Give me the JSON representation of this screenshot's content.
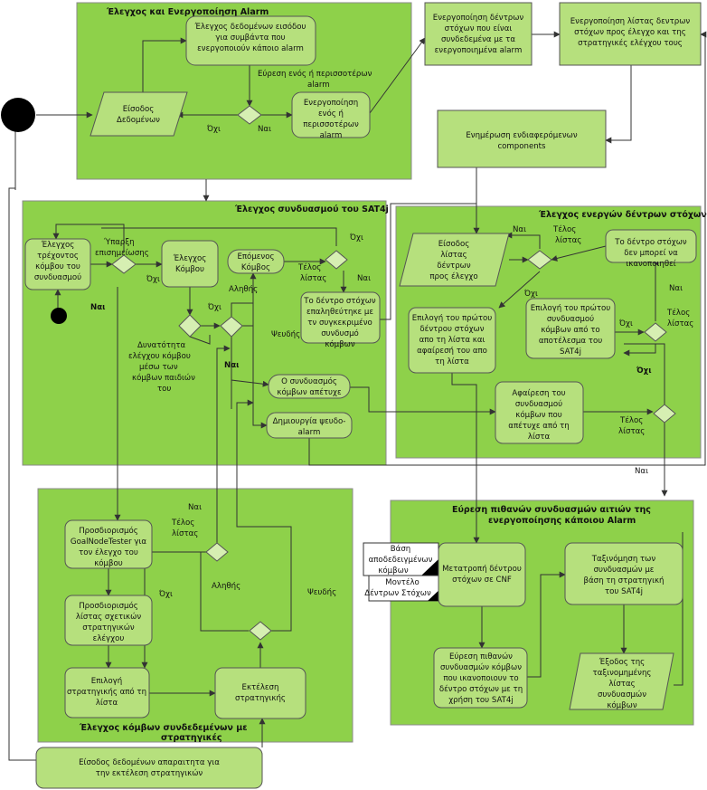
{
  "regions": {
    "alarm": "Έλεγχος και Ενεργοποίηση Alarm",
    "sat4j": "Έλεγχος συνδυασμού του SAT4j",
    "active_trees": "Έλεγχος ενεργών δέντρων στόχων",
    "goalnodes": "Έλεγχος κόμβων συνδεδεμένων με στρατηγικές",
    "causes": "Εύρεση πιθανών συνδυασμών αιτιών της ενεργοποίησης κάποιου Alarm"
  },
  "nodes": {
    "check_input": "Έλεγχος δεδομένων εισόδου για συμβάντα που ενεργοποιούν κάποιο alarm",
    "input_data": "Είσοδος Δεδομένων",
    "activate_alarm": "Ενεργοποίηση ενός ή περισσοτέρων alarm",
    "activate_trees": "Ενεργοποίηση δέντρων στόχων που είναι συνδεδεμένα με τα ενεργοποιημένα alarm",
    "activate_list": "Ενεργοποίηση λίστας δεντρων στόχων προς έλεγχο και της στρατηγικές ελέγχου τους",
    "update_components": "Ενημέρωση ενδιαφερόμενων components",
    "check_current": "Έλεγχος τρέχοντος κόμβου του συνδυασμού",
    "check_node": "Έλεγχος Κόμβου",
    "next_node": "Επόμενος Κόμβος",
    "tree_verified": "Το δέντρο στόχων επαληθεύτηκε με τν συγκεκριμένο συνδυσμό κόμβων",
    "combo_failed": "Ο συνδυασμός κόμβων απέτυχε",
    "pseudo_alarm": "Δημιουργία ψευδο-alarm",
    "input_tree_list": "Είσοδος λίστας δέντρων προς έλεγχο",
    "tree_unsat": "Το δέντρο στόχων δεν μπορεί να ικανοποιηθεί",
    "select_first_tree": "Επιλογή του πρώτου δέντρου στόχων απο τη λίστα και αφαίρεσή του απο τη λίστα",
    "select_first_combo": "Επιλογή του πρώτου συνδυασμού κόμβων από το αποτέλεσμα του SAT4j",
    "remove_combo": "Αφαίρεση του συνδυασμού κόμβων που απέτυχε από τη λίστα",
    "goalnodetester": "Προσδιορισμός GoalNodeTester για τον έλεγχο του κόμβου",
    "strategy_list": "Προσδιορισμός λίστας σχετικών στρατηγικών ελέγχου",
    "select_strategy": "Επιλογή στρατηγικής από τη λίστα",
    "run_strategy": "Εκτέλεση στρατηγικής",
    "input_strategy_data": "Είσοδος δεδομένων απαραιτητα για την εκτέλεση στρατηγικών",
    "store_db": "Βάση αποδεδειγμένων κόμβων",
    "store_model": "Μοντέλο Δέντρων Στόχων",
    "to_cnf": "Μετατροπή δέντρου στόχων σε CNF",
    "find_combos": "Εύρεση πιθανών συνδυασμών κόμβων που ικανοποιουν το δέντρο στόχων με τη χρήση του SAT4j",
    "sort_combos": "Ταξινόμηση των συνδυασμών με βάση τη στρατηγική του SAT4j",
    "sorted_output": "Έξοδος της ταξινομημένης λίστας συνδυασμών κόμβων"
  },
  "labels": {
    "find_one_more": "Εύρεση ενός ή περισσοτέρων alarm",
    "no_alarm": "Όχι",
    "yes_alarm": "Ναι",
    "visit_exists": "Ύπαρξη επισημείωσης",
    "no_visit": "Όχι",
    "yes_visit": "Ναι",
    "no_top": "Όχι",
    "end_list_a": "Τέλος λίστας",
    "yes_next": "Ναι",
    "no_check": "Όχι",
    "true_a": "Αληθής",
    "false_a": "Ψευδής",
    "possibility": "Δυνατότητα ελέγχου κόμβου μέσω των κόμβων παιδιών του",
    "yes_children": "Ναι",
    "yes_tl": "Ναι",
    "end_list_tl": "Τέλος λίστας",
    "no_tl": "Όχι",
    "yes_right": "Ναι",
    "end_list_r": "Τέλος λίστας",
    "no_r": "Όχι",
    "no_r2": "Όχι",
    "end_list_b": "Τέλος λίστας",
    "yes_b": "Ναι",
    "yes_gn": "Ναι",
    "end_list_gn": "Τέλος λίστας",
    "no_gn": "Όχι",
    "true_gn": "Αληθής",
    "false_gn": "Ψευδής"
  }
}
